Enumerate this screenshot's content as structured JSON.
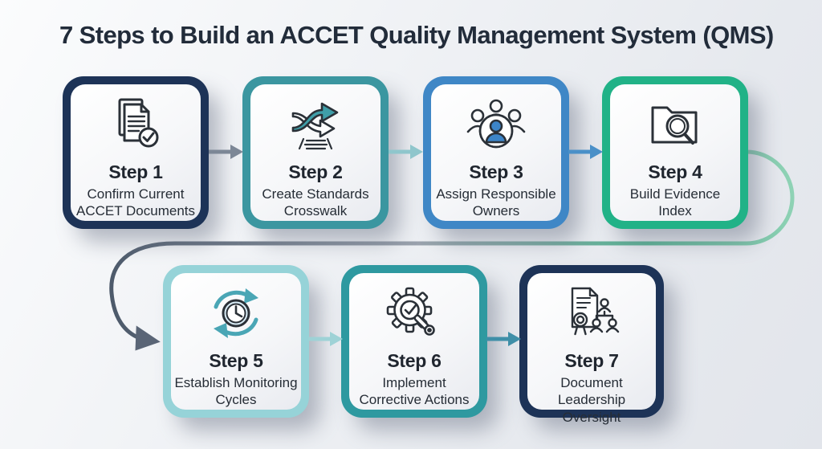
{
  "title": "7 Steps to Build an ACCET Quality Management System (QMS)",
  "steps": [
    {
      "label": "Step 1",
      "description": "Confirm Current ACCET Documents",
      "icon": "document-check-icon",
      "accent": "#1d3357"
    },
    {
      "label": "Step 2",
      "description": "Create Standards Crosswalk",
      "icon": "crosswalk-arrows-icon",
      "accent": "#3b96a0"
    },
    {
      "label": "Step 3",
      "description": "Assign Responsible Owners",
      "icon": "team-owners-icon",
      "accent": "#3f87c6"
    },
    {
      "label": "Step 4",
      "description": "Build Evidence Index",
      "icon": "folder-search-icon",
      "accent": "#21b287"
    },
    {
      "label": "Step 5",
      "description": "Establish Monitoring Cycles",
      "icon": "monitoring-cycle-icon",
      "accent": "#96d3d8"
    },
    {
      "label": "Step 6",
      "description": "Implement Corrective Actions",
      "icon": "gear-wrench-icon",
      "accent": "#2e99a0"
    },
    {
      "label": "Step 7",
      "description": "Document Leadership Oversight",
      "icon": "certificate-orgchart-icon",
      "accent": "#1d3357"
    }
  ],
  "connectors": {
    "arrow_1_2": "#7c8796",
    "arrow_2_3": "#8fc6cc",
    "arrow_3_4": "#4a90c8",
    "arrow_5_6": "#9ed2d6",
    "arrow_6_7": "#3f8fa8",
    "wrap_gradient": [
      "#4d5a6b",
      "#9aa2ad",
      "#58b393",
      "#8fd2b5"
    ],
    "wrap_arrowhead": "#5a6576"
  },
  "colors": {
    "background_start": "#fbfcfd",
    "background_end": "#e2e5eb",
    "title_text": "#222c3a",
    "card_face": "#ffffff",
    "body_text": "#262d36",
    "icon_stroke": "#2b3138",
    "icon_blue": "#3d85c8",
    "icon_teal": "#3f9ea8"
  }
}
